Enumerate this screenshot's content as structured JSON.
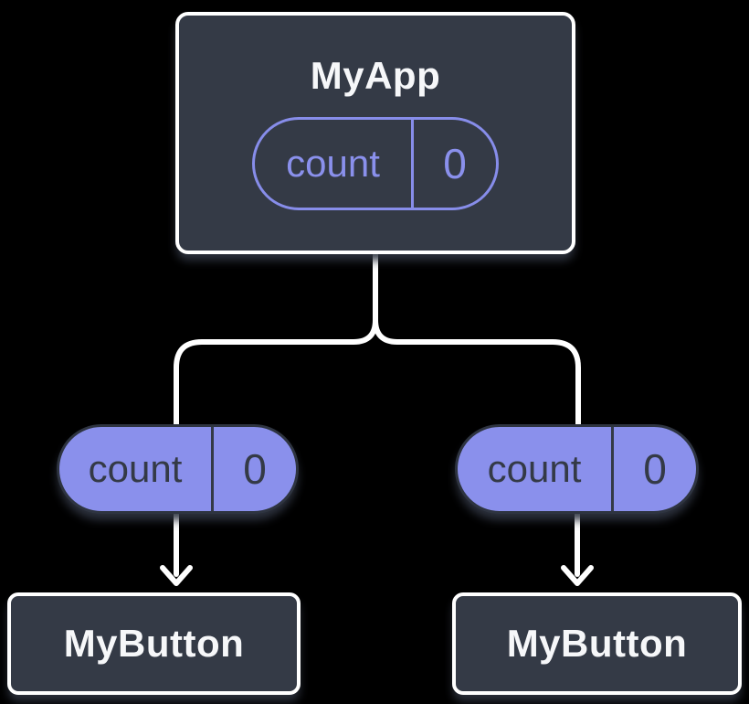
{
  "diagram": {
    "description": "React component tree: parent state passed down as props",
    "root": {
      "title": "MyApp",
      "state_pill": {
        "label": "count",
        "value": "0"
      }
    },
    "children": [
      {
        "title": "MyButton",
        "prop_pill": {
          "label": "count",
          "value": "0"
        }
      },
      {
        "title": "MyButton",
        "prop_pill": {
          "label": "count",
          "value": "0"
        }
      }
    ],
    "colors": {
      "background": "#000000",
      "node_fill": "#343A46",
      "node_border": "#FFFFFF",
      "node_text": "#F6F7F9",
      "purple_fill": "#8A90EC",
      "purple_outline": "#878DEA",
      "dark_text_on_purple": "#343A46",
      "connector": "#FFFFFF"
    }
  }
}
